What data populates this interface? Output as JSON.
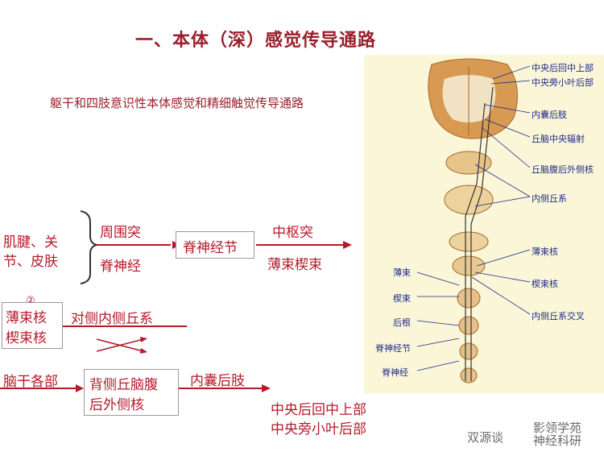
{
  "title": "一、本体（深）感觉传导通路",
  "subtitle": "躯干和四肢意识性本体感觉和精细触觉传导通路",
  "pathway": {
    "receptor": [
      "肌腱、关",
      "节、皮肤"
    ],
    "peripheral_process": "周围突",
    "spinal_nerve": "脊神经",
    "spinal_ganglion": "脊神经节",
    "central_process": "中枢突",
    "tracts": "薄束楔束",
    "neuron_number": "②",
    "nuclei": [
      "薄束核",
      "楔束核"
    ],
    "lemniscus": "对侧内侧丘系",
    "brainstem": "脑干各部",
    "thalamus_nucleus": [
      "背侧丘脑腹",
      "后外侧核"
    ],
    "internal_capsule": "内囊后肢",
    "cortex": [
      "中央后回中上部",
      "中央旁小叶后部"
    ]
  },
  "illustration": {
    "labels_right": [
      "中央后回中上部",
      "中央旁小叶后部",
      "内囊后肢",
      "丘脑中央辐射",
      "丘脑腹后外侧核",
      "内侧丘系",
      "薄束核",
      "楔束核",
      "内侧丘系交叉"
    ],
    "labels_left": [
      "薄束",
      "楔束",
      "后根",
      "脊神经节",
      "脊神经"
    ]
  },
  "watermark": [
    "双源谈",
    "影领学苑",
    "神经科研"
  ],
  "colors": {
    "title": "#9a1f2b",
    "text": "#b5192a",
    "labels": "#1d2a8a",
    "panel": "#fbf6d8"
  }
}
